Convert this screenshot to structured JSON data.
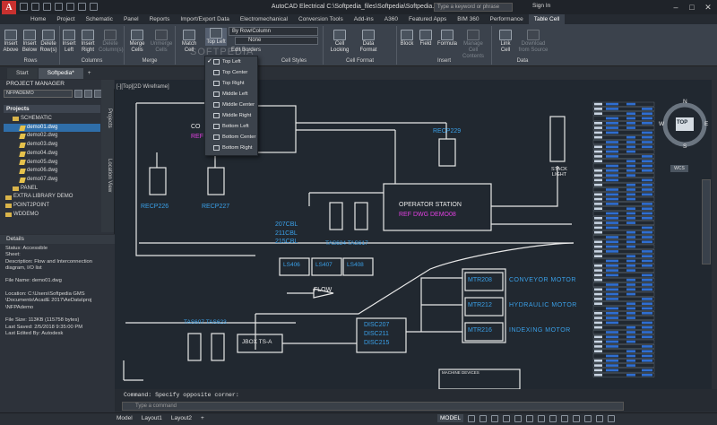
{
  "app": {
    "title": "AutoCAD Electrical    C:\\Softpedia_files\\Softpedia\\Softpedia.dwg",
    "logo": "A",
    "search_placeholder": "Type a keyword or phrase",
    "signin": "Sign In"
  },
  "menu_tabs": [
    "Home",
    "Project",
    "Schematic",
    "Panel",
    "Reports",
    "Import/Export Data",
    "Electromechanical",
    "Conversion Tools",
    "Add-ins",
    "A360",
    "Featured Apps",
    "BIM 360",
    "Performance",
    "Table Cell"
  ],
  "active_tab": "Table Cell",
  "ribbon": {
    "rows_buttons": [
      "Insert Above",
      "Insert Below",
      "Delete Row(s)"
    ],
    "columns_buttons": [
      "Insert Left",
      "Insert Right",
      "Delete Column(s)"
    ],
    "merge_buttons": [
      "Merge Cells",
      "Unmerge Cells"
    ],
    "match_cell": "Match Cell",
    "align_button": "Top Left",
    "dropdown1": "By Row/Column",
    "dropdown2": "None",
    "edit_borders": "Edit Borders",
    "cellformat_buttons": [
      "Cell Locking",
      "Data Format"
    ],
    "insert_buttons": [
      "Block",
      "Field",
      "Formula"
    ],
    "data_buttons": [
      "Link Cell",
      "Download from Source"
    ],
    "groups": [
      "Rows",
      "Columns",
      "Merge",
      "Cell Styles",
      "Cell Format",
      "Insert",
      "Data"
    ]
  },
  "watermark": "SOFTPEDIA",
  "doc_tabs": [
    "Start",
    "Softpedia*"
  ],
  "align_menu": [
    "Top Left",
    "Top Center",
    "Top Right",
    "Middle Left",
    "Middle Center",
    "Middle Right",
    "Bottom Left",
    "Bottom Center",
    "Bottom Right"
  ],
  "project_manager": {
    "title": "PROJECT MANAGER",
    "project_name": "NFPADEMO",
    "projects_label": "Projects",
    "tree": [
      "NFPADEMO",
      "SCHEMATIC",
      "demo01.dwg",
      "demo02.dwg",
      "demo03.dwg",
      "demo04.dwg",
      "demo05.dwg",
      "demo06.dwg",
      "demo07.dwg",
      "PANEL",
      "EXTRA LIBRARY DEMO",
      "POINT2POINT",
      "WDDEMO"
    ],
    "side_tabs": [
      "Projects",
      "Location View"
    ]
  },
  "details": {
    "title": "Details",
    "lines": [
      "Status: Accessible",
      "Sheet:",
      "Description: Flow and Interconnection",
      "diagram, I/O list",
      "",
      "File Name: demo01.dwg",
      "",
      "Location: C:\\Users\\Softpedia GMS",
      "\\Documents\\AcadE 2017\\AeData\\proj",
      "\\NFPAdemo",
      "",
      "File Size: 113KB (115758 bytes)",
      "Last Saved: 2/5/2018 9:35:00 PM",
      "Last Edited By: Autodesk"
    ]
  },
  "viewport_label": "[-][Top][2D Wireframe]",
  "drawing": {
    "labels": {
      "recp226": "RECP226",
      "recp227": "RECP227",
      "recp229": "RECP229",
      "con": "CO",
      "ref": "REF",
      "cbl": [
        "207CBL",
        "211CBL",
        "215CBL"
      ],
      "tas": "TAS624 TAS617",
      "operator": "OPERATOR STATION",
      "refdwg": "REF DWG DEMO08",
      "ls": [
        "LS406",
        "LS407",
        "LS408"
      ],
      "flow": "FLOW",
      "tas2": "TAS607 TAS623",
      "jbox": "JBOX TS-A",
      "disc": [
        "DISC207",
        "DISC211",
        "DISC215"
      ],
      "mtr": [
        "MTR208",
        "MTR212",
        "MTR216"
      ],
      "mtrnames": [
        "CONVEYOR MOTOR",
        "HYDRAULIC MOTOR",
        "INDEXING MOTOR"
      ],
      "stack": "STACK LIGHT",
      "machine": "MACHINE DEVICES"
    },
    "colors": {
      "line": "#e8e8e8",
      "cyan": "#3aa0e8",
      "magenta": "#e040e0",
      "table": "#2f6ed1"
    }
  },
  "compass": {
    "n": "N",
    "s": "S",
    "e": "E",
    "w": "W",
    "top": "TOP",
    "wcs": "WCS"
  },
  "command": {
    "history": "Command: Specify opposite corner:",
    "input_placeholder": "Type a command"
  },
  "status": {
    "tabs": [
      "Model",
      "Layout1",
      "Layout2"
    ],
    "model_button": "MODEL"
  }
}
